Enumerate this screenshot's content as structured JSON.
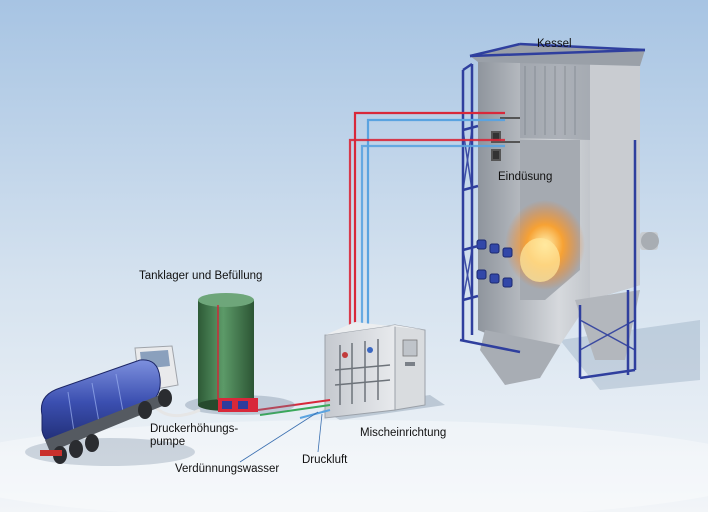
{
  "labels": {
    "boiler": "Kessel",
    "injection": "Eindüsung",
    "tank_storage": "Tanklager und Befüllung",
    "booster_pump": "Druckerhöhungs-\npumpe",
    "mixing_unit": "Mischeinrichtung",
    "dilution_water": "Verdünnungswasser",
    "compressed_air": "Druckluft"
  },
  "colors": {
    "sky_top": "#a9c6e4",
    "sky_bottom": "#eef3f8",
    "steel_frame": "#2f3f9e",
    "boiler_metal": "#b8bcc2",
    "tank_green": "#3f7a4a",
    "truck_tank_blue": "#3b4fb0",
    "line_red": "#d8283a",
    "line_blue": "#5aa3e0",
    "line_green": "#3aa85a",
    "flame": "#f08a1c"
  }
}
